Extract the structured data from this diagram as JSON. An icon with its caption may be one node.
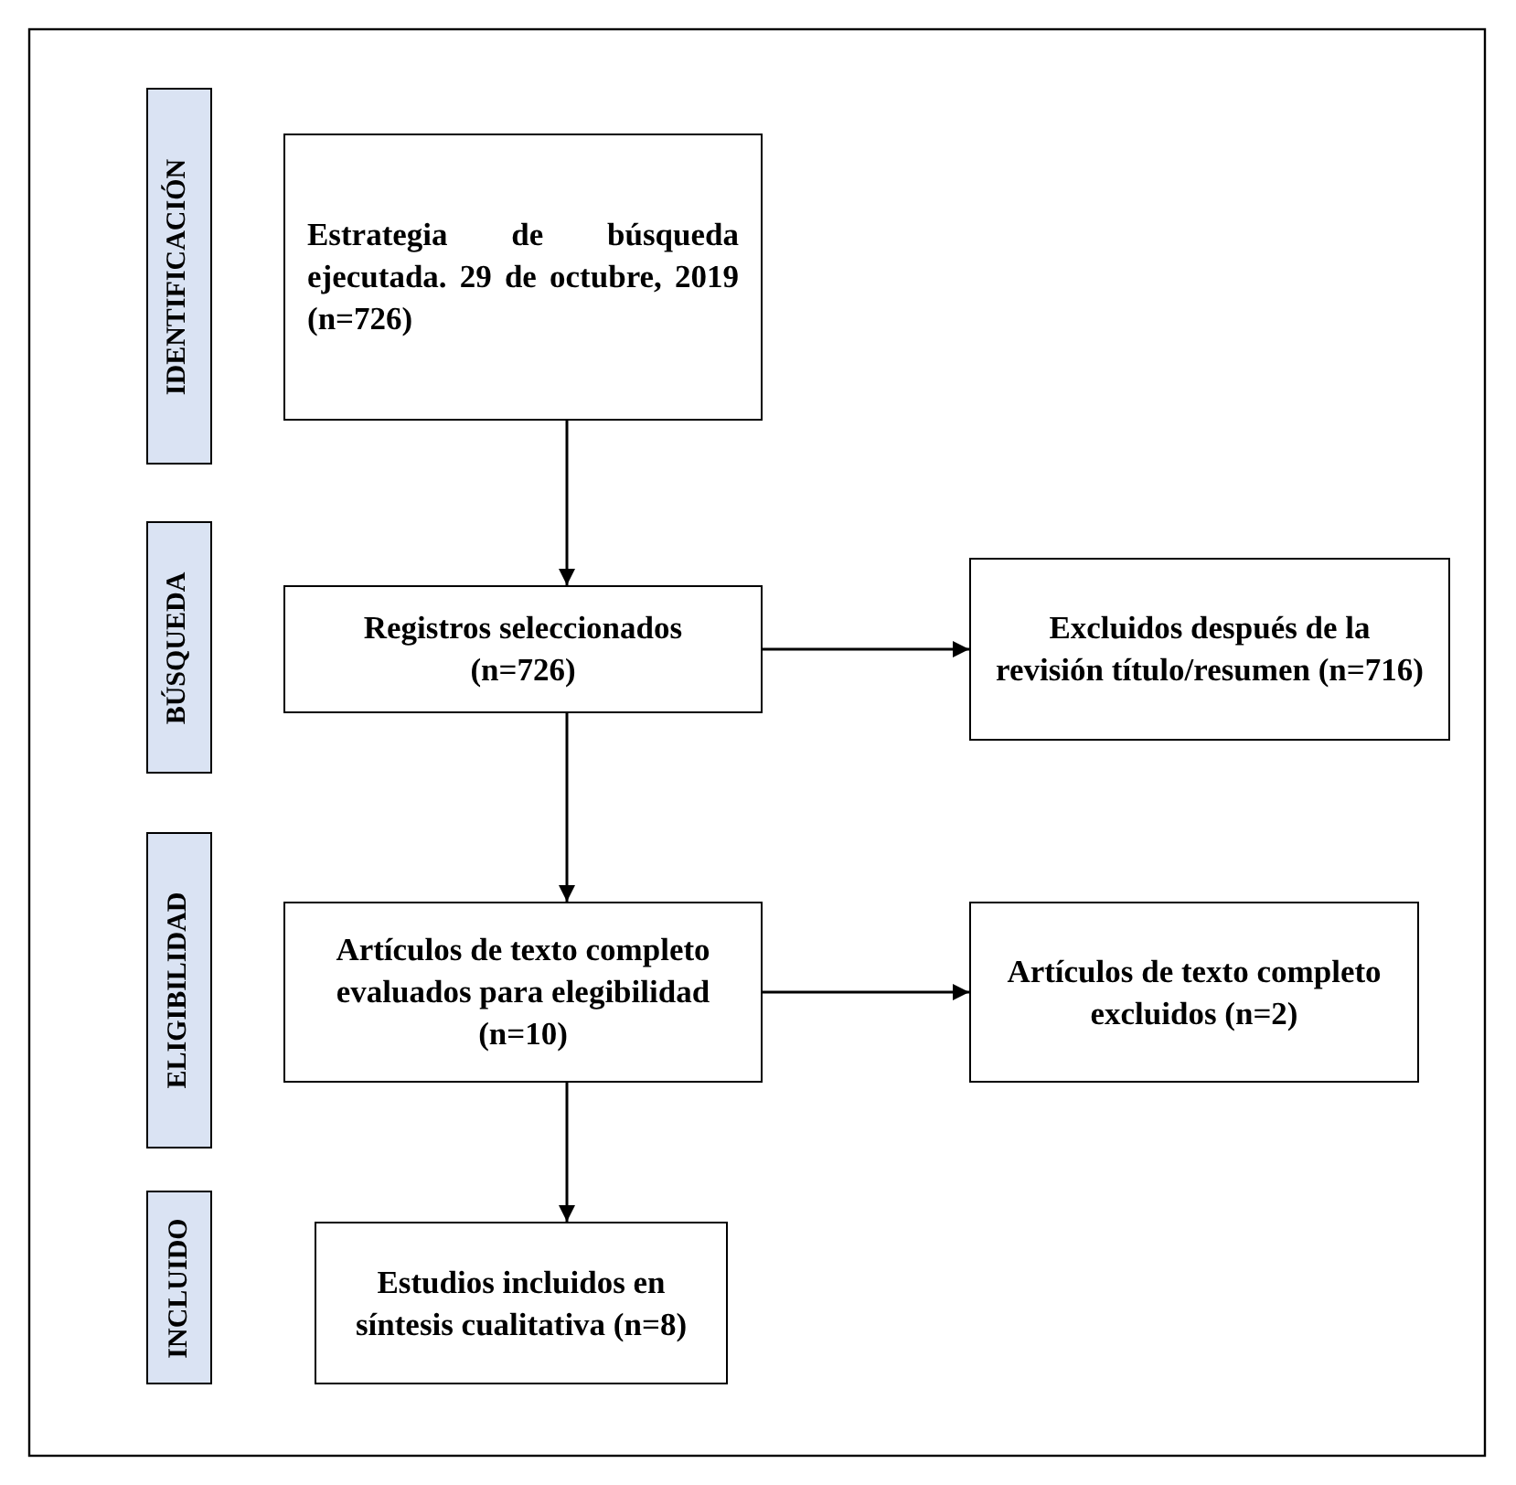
{
  "diagram": {
    "nodes": [
      {
        "text": [
          "IDENTIFICACIÓN"
        ]
      },
      {
        "text": [
          "Estrategia de búsqueda ejecutada. 29 de octubre, 2019 (n=726)"
        ]
      },
      {
        "text": [
          "BÚSQUEDA"
        ]
      },
      {
        "text": [
          "Registros seleccionados (n=726)"
        ]
      },
      {
        "text": [
          "Excluidos después de la revisión título/resumen (n=716)"
        ]
      },
      {
        "text": [
          "ELIGIBILIDAD"
        ]
      },
      {
        "text": [
          "Artículos de texto completo evaluados para elegibilidad (n=10)"
        ]
      },
      {
        "text": [
          "Artículos de texto completo excluidos (n=2)"
        ]
      },
      {
        "text": [
          "INCLUIDO"
        ]
      },
      {
        "text": [
          "Estudios incluidos en síntesis cualitativa (n=8)"
        ]
      }
    ],
    "edges": [
      {
        "from": 1,
        "to": 3,
        "arrow": "to"
      },
      {
        "from": 3,
        "to": 4,
        "arrow": "to"
      },
      {
        "from": 3,
        "to": 6,
        "arrow": "to"
      },
      {
        "from": 6,
        "to": 7,
        "arrow": "to"
      },
      {
        "from": 6,
        "to": 9,
        "arrow": "to"
      }
    ]
  }
}
